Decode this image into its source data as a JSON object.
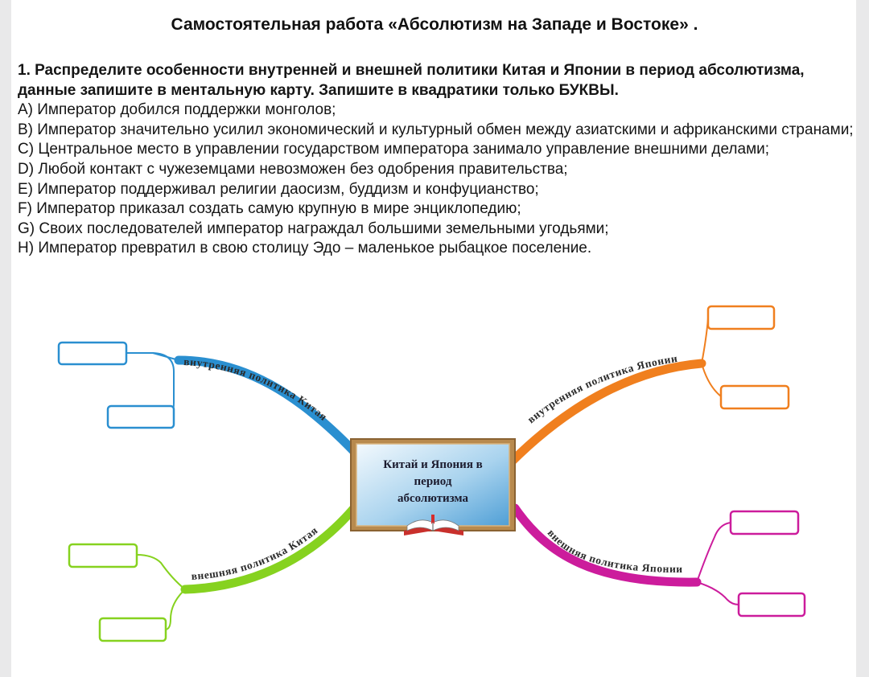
{
  "title": "Самостоятельная работа  «Абсолютизм на Западе и Востоке» .",
  "task": {
    "question": "1.  Распределите особенности внутренней и внешней политики Китая и Японии в период абсолютизма, данные запишите в ментальную карту. Запишите в квадратики только БУКВЫ.",
    "items": [
      "A) Император добился поддержки монголов;",
      "B) Император значительно усилил экономический и культурный обмен между азиатскими и африканскими странами;",
      "C) Центральное место в управлении государством императора занимало управление внешними делами;",
      "D) Любой контакт с чужеземцами невозможен без одобрения правительства;",
      "E) Император поддерживал религии даосизм, буддизм и конфуцианство;",
      "F) Император приказал создать самую крупную в мире энциклопедию;",
      "G) Своих последователей император награждал большими земельными угодьями;",
      "H) Император превратил в свою столицу Эдо – маленькое рыбацкое поселение."
    ]
  },
  "mind_map": {
    "center": {
      "line1": "Китай и Япония в",
      "line2": "период",
      "line3": "абсолютизма"
    },
    "branches": {
      "china_internal": {
        "label": "внутренняя политика Китая",
        "color": "#2a8fd0"
      },
      "japan_internal": {
        "label": "внутренняя политика Японии",
        "color": "#f07f1e"
      },
      "china_external": {
        "label": "внешняя политика Китая",
        "color": "#86d21f"
      },
      "japan_external": {
        "label": "внешняя политика Японии",
        "color": "#cc1c9c"
      }
    },
    "answer_boxes": {
      "china_internal": [
        "",
        ""
      ],
      "japan_internal": [
        "",
        ""
      ],
      "china_external": [
        "",
        ""
      ],
      "japan_external": [
        "",
        ""
      ]
    }
  }
}
